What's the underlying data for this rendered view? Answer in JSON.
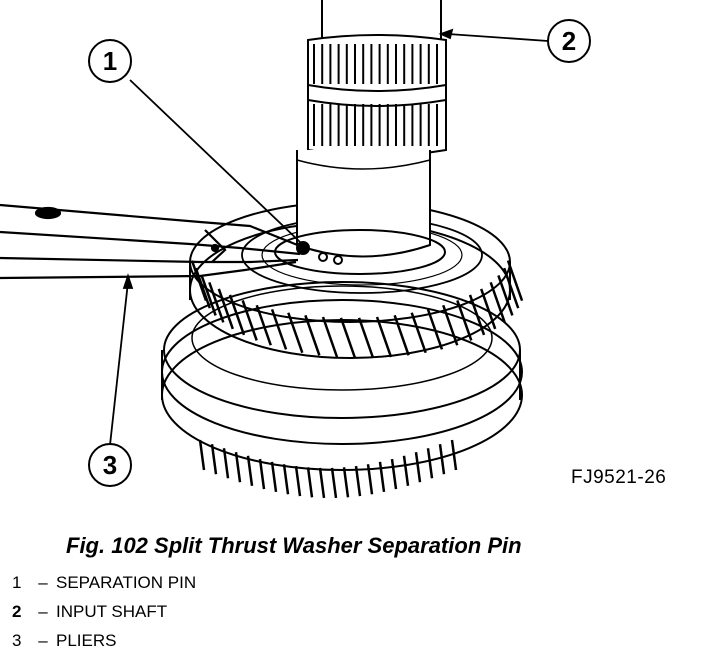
{
  "figure": {
    "code": "FJ9521-26",
    "caption": "Fig. 102 Split Thrust Washer Separation Pin"
  },
  "callouts": [
    {
      "number": "1",
      "label": "SEPARATION PIN"
    },
    {
      "number": "2",
      "label": "INPUT SHAFT"
    },
    {
      "number": "3",
      "label": "PLIERS"
    }
  ],
  "legend": {
    "separator": "–",
    "items": [
      {
        "number": "1",
        "label": "SEPARATION PIN"
      },
      {
        "number": "2",
        "label": "INPUT SHAFT"
      },
      {
        "number": "3",
        "label": "PLIERS"
      }
    ]
  }
}
